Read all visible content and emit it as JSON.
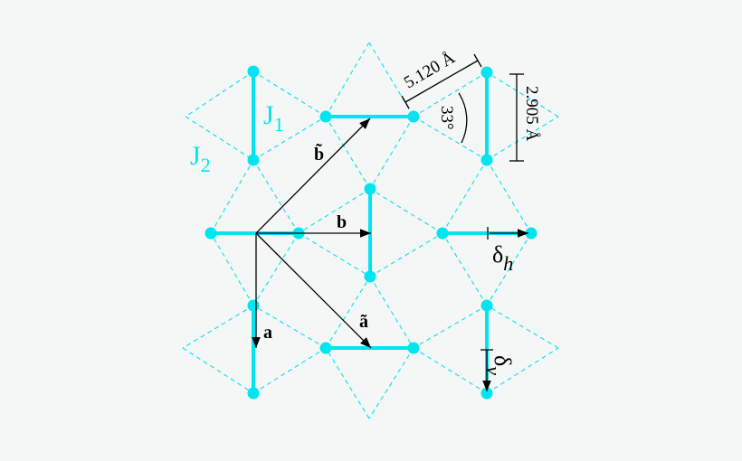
{
  "labels": {
    "j1": "J",
    "j1_sub": "1",
    "j2": "J",
    "j2_sub": "2",
    "b_tilde": "b̃",
    "b": "b",
    "a_tilde": "ã",
    "a": "a",
    "delta_h": "δ",
    "delta_h_sub": "h",
    "delta_v": "δ",
    "delta_v_sub": "v",
    "length_diag": "5.120 Å",
    "length_vert": "2.905 Å",
    "angle": "33°"
  },
  "colors": {
    "lattice": "#00e5f0",
    "vectors": "#000000",
    "background": "#f5f6f6"
  }
}
